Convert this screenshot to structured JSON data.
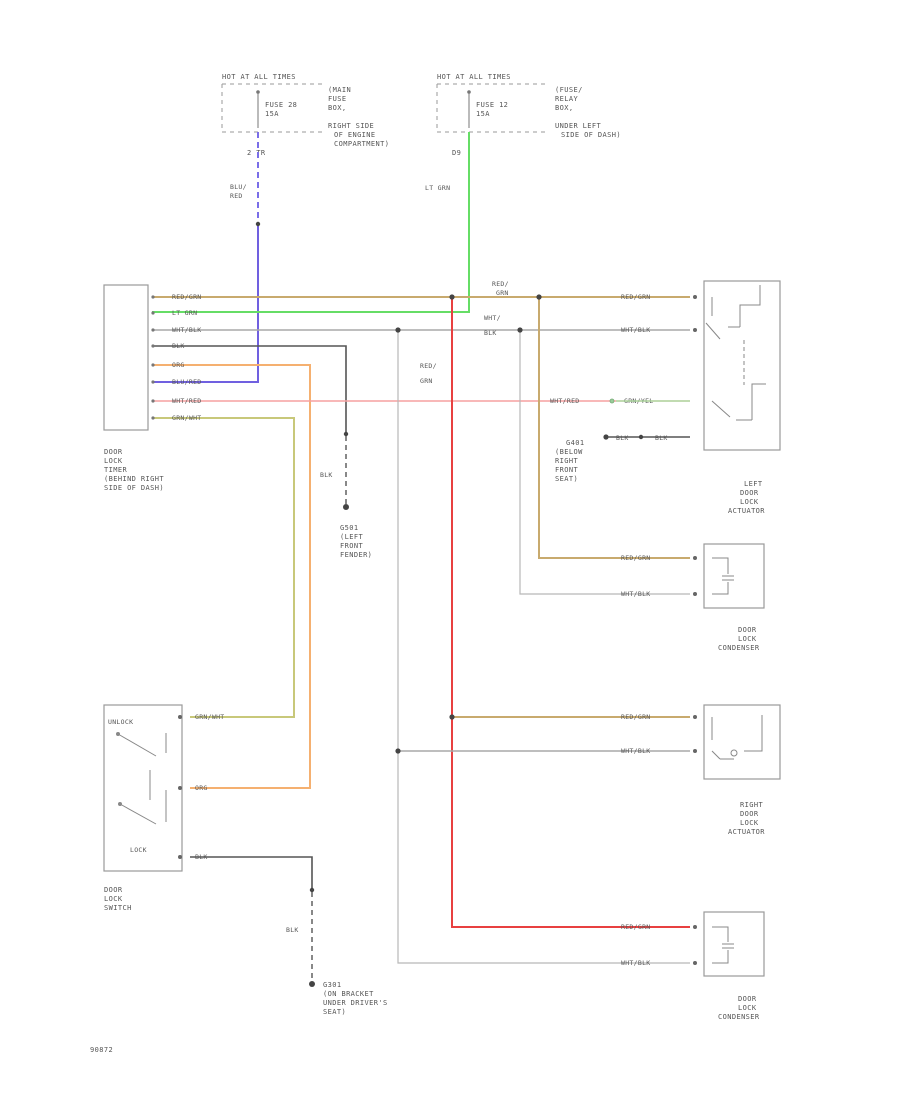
{
  "colors": {
    "red_grn": "#c8aa6e",
    "lt_grn": "#66dd66",
    "wht_blk": "#a8a8a8",
    "blk": "#555555",
    "org": "#f5b070",
    "blu_red": "#7060e0",
    "wht_red": "#f6a0a0",
    "grn_wht": "#c8c87a",
    "red": "#e84040",
    "thin": "#b8b8b8"
  },
  "fuses": {
    "left": {
      "header": "HOT AT ALL TIMES",
      "fuse": "FUSE 28",
      "amps": "15A",
      "desc": [
        "(MAIN",
        "FUSE",
        "BOX,",
        "RIGHT SIDE",
        "OF ENGINE",
        "COMPARTMENT)"
      ],
      "pin": "2  TR"
    },
    "right": {
      "header": "HOT AT ALL TIMES",
      "fuse": "FUSE 12",
      "amps": "15A",
      "desc": [
        "(FUSE/",
        "RELAY",
        "BOX,",
        "UNDER LEFT",
        "SIDE OF DASH)"
      ],
      "pin": "D9"
    }
  },
  "wire_labels": {
    "blu_red_v": [
      "BLU/",
      "RED"
    ],
    "lt_grn_v": "LT GRN",
    "red_grn_top": [
      "RED/",
      "GRN"
    ],
    "wht_blk_top": [
      "WHT/",
      "BLK"
    ],
    "red_grn_mid": [
      "RED/",
      "GRN"
    ],
    "blk_v": "BLK",
    "blk_v2": "BLK"
  },
  "timer": {
    "pins": [
      "RED/GRN",
      "LT GRN",
      "WHT/BLK",
      "BLK",
      "ORG",
      "BLU/RED",
      "WHT/RED",
      "GRN/WHT"
    ],
    "caption": [
      "DOOR",
      "LOCK",
      "TIMER",
      "(BEHIND RIGHT",
      "SIDE OF DASH)"
    ]
  },
  "ground_g501": [
    "G501",
    "(LEFT",
    "FRONT",
    "FENDER)"
  ],
  "ground_g401": [
    "G401",
    "(BELOW",
    "RIGHT",
    "FRONT",
    "SEAT)"
  ],
  "ground_g401_wire": "BLK",
  "ground_g401_pin": "BLK",
  "ground_g401_pin_left": "BLK",
  "ground_g301": [
    "G301",
    "(ON BRACKET",
    "UNDER DRIVER'S",
    "SEAT)"
  ],
  "left_actuator": {
    "pins": [
      "RED/GRN",
      "WHT/BLK",
      "GRN/YEL"
    ],
    "wht_red_label": "WHT/RED",
    "caption": [
      "LEFT",
      "DOOR",
      "LOCK",
      "ACTUATOR"
    ]
  },
  "condenser_left": {
    "pins": [
      "RED/GRN",
      "WHT/BLK"
    ],
    "caption": [
      "DOOR",
      "LOCK",
      "CONDENSER"
    ]
  },
  "right_actuator": {
    "pins": [
      "RED/GRN",
      "WHT/BLK"
    ],
    "caption": [
      "RIGHT",
      "DOOR",
      "LOCK",
      "ACTUATOR"
    ]
  },
  "condenser_right": {
    "pins": [
      "RED/GRN",
      "WHT/BLK"
    ],
    "caption": [
      "DOOR",
      "LOCK",
      "CONDENSER"
    ]
  },
  "switch": {
    "unlock_label": "UNLOCK",
    "lock_label": "LOCK",
    "pins": [
      "GRN/WHT",
      "ORG",
      "BLK"
    ],
    "caption": [
      "DOOR",
      "LOCK",
      "SWITCH"
    ]
  },
  "figure_id": "90872"
}
